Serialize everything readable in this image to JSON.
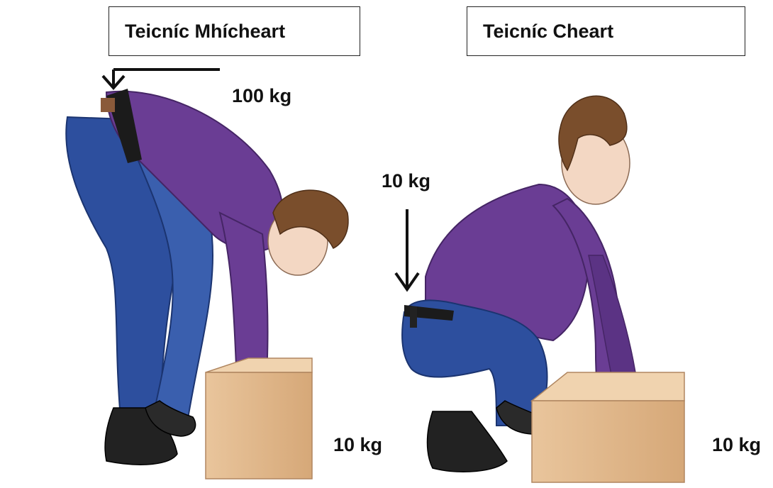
{
  "labels": {
    "incorrect_technique": "Teicníc Mhícheart",
    "correct_technique": "Teicníc Cheart"
  },
  "weights": {
    "back_load_incorrect": "100 kg",
    "back_load_correct": "10 kg",
    "box_weight_left": "10 kg",
    "box_weight_right": "10 kg"
  },
  "colors": {
    "shirt": "#6a3d94",
    "jeans": "#2d4f9e",
    "skin": "#f3d7c3",
    "hair": "#7a4e2c",
    "box": "#e3bb8f",
    "shoe": "#222222"
  }
}
